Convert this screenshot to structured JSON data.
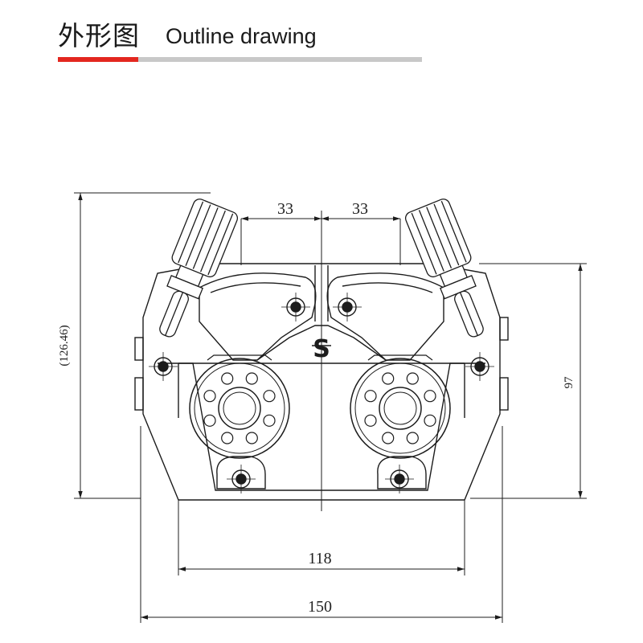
{
  "header": {
    "title_cn": "外形图",
    "title_en": "Outline drawing",
    "accent_color": "#e3271f",
    "rule_color": "#c8c8c8"
  },
  "drawing": {
    "logo_text": "S",
    "dimensions": {
      "left_offset": "33",
      "right_offset": "33",
      "overall_height": "(126.46)",
      "body_height": "97",
      "base_width": "118",
      "overall_width": "150"
    }
  }
}
